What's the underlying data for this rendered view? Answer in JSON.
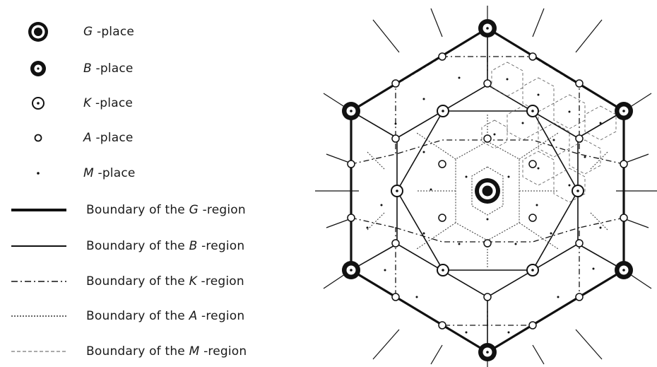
{
  "legend": {
    "places": [
      {
        "symbol": "G-place-symbol",
        "letter": "G",
        "suffix": "-place"
      },
      {
        "symbol": "B-place-symbol",
        "letter": "B",
        "suffix": "-place"
      },
      {
        "symbol": "K-place-symbol",
        "letter": "K",
        "suffix": "-place"
      },
      {
        "symbol": "A-place-symbol",
        "letter": "A",
        "suffix": "-place"
      },
      {
        "symbol": "M-place-symbol",
        "letter": "M",
        "suffix": "-place"
      }
    ],
    "boundaries": [
      {
        "prefix": "Boundary of the",
        "letter": "G",
        "suffix": "-region",
        "style": "heavy-solid"
      },
      {
        "prefix": "Boundary of the",
        "letter": "B",
        "suffix": "-region",
        "style": "solid"
      },
      {
        "prefix": "Boundary of the",
        "letter": "K",
        "suffix": "-region",
        "style": "dash-dot"
      },
      {
        "prefix": "Boundary of the",
        "letter": "A",
        "suffix": "-region",
        "style": "dotted"
      },
      {
        "prefix": "Boundary of the",
        "letter": "M",
        "suffix": "-region",
        "style": "fine-dashed"
      }
    ]
  },
  "colors": {
    "ink": "#111111",
    "background": "#ffffff",
    "faint_line": "#555555"
  }
}
